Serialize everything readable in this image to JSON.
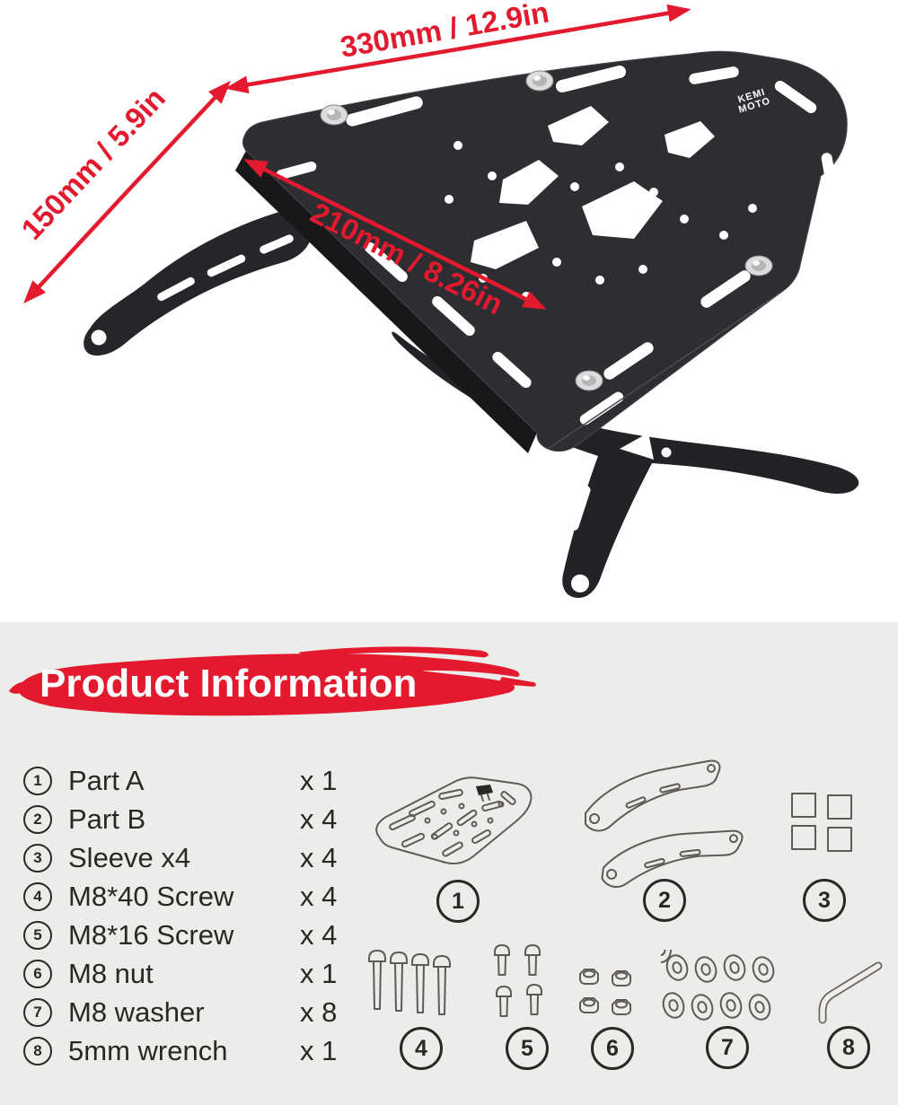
{
  "colors": {
    "red": "#e3192e",
    "ink": "#2b2724",
    "bg": "#ffffff",
    "bg2": "#ececeb",
    "line": "#5f5a57",
    "metal": "#dcdcdc",
    "rackface": "#2e2e32",
    "rackdark": "#18181b",
    "rackwing": "#232327",
    "rackarm": "#26262a"
  },
  "photo": {
    "logo": {
      "line1": "KEMI",
      "line2": "MOTO"
    },
    "dims": {
      "width": "330mm / 12.9in",
      "height": "150mm / 5.9in",
      "depth": "210mm / 8.26in"
    }
  },
  "info": {
    "title": "Product Information",
    "parts": [
      {
        "num": "1",
        "name": "Part A",
        "qty": "x 1"
      },
      {
        "num": "2",
        "name": "Part B",
        "qty": "x 4"
      },
      {
        "num": "3",
        "name": "Sleeve x4",
        "qty": "x 4"
      },
      {
        "num": "4",
        "name": "M8*40 Screw",
        "qty": "x 4"
      },
      {
        "num": "5",
        "name": "M8*16 Screw",
        "qty": "x 4"
      },
      {
        "num": "6",
        "name": "M8 nut",
        "qty": "x 1"
      },
      {
        "num": "7",
        "name": "M8 washer",
        "qty": "x 8"
      },
      {
        "num": "8",
        "name": "5mm wrench",
        "qty": "x 1"
      }
    ]
  }
}
